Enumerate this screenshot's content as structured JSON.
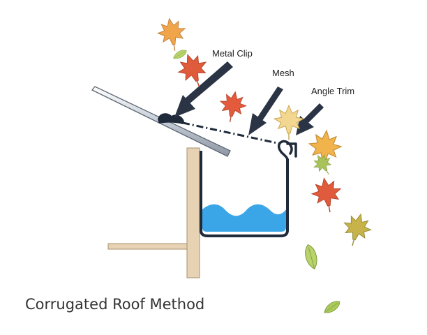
{
  "diagram": {
    "labels": {
      "metal_clip": "Metal Clip",
      "mesh": "Mesh",
      "angle_trim": "Angle Trim"
    },
    "caption": "Corrugated Roof Method"
  },
  "colors": {
    "roof": "#c4ccd6",
    "roof_edge": "#5b6470",
    "wood": "#e8d2b4",
    "wood_edge": "#a8906e",
    "gutter": "#1f2a3a",
    "water": "#3aa6e8",
    "arrow": "#2a3444",
    "mesh_line": "#1f2a3a",
    "leaf_red": "#e05a3c",
    "leaf_orange": "#f0a54a",
    "leaf_yellow": "#f1cf6a",
    "leaf_green": "#9ec24e"
  }
}
